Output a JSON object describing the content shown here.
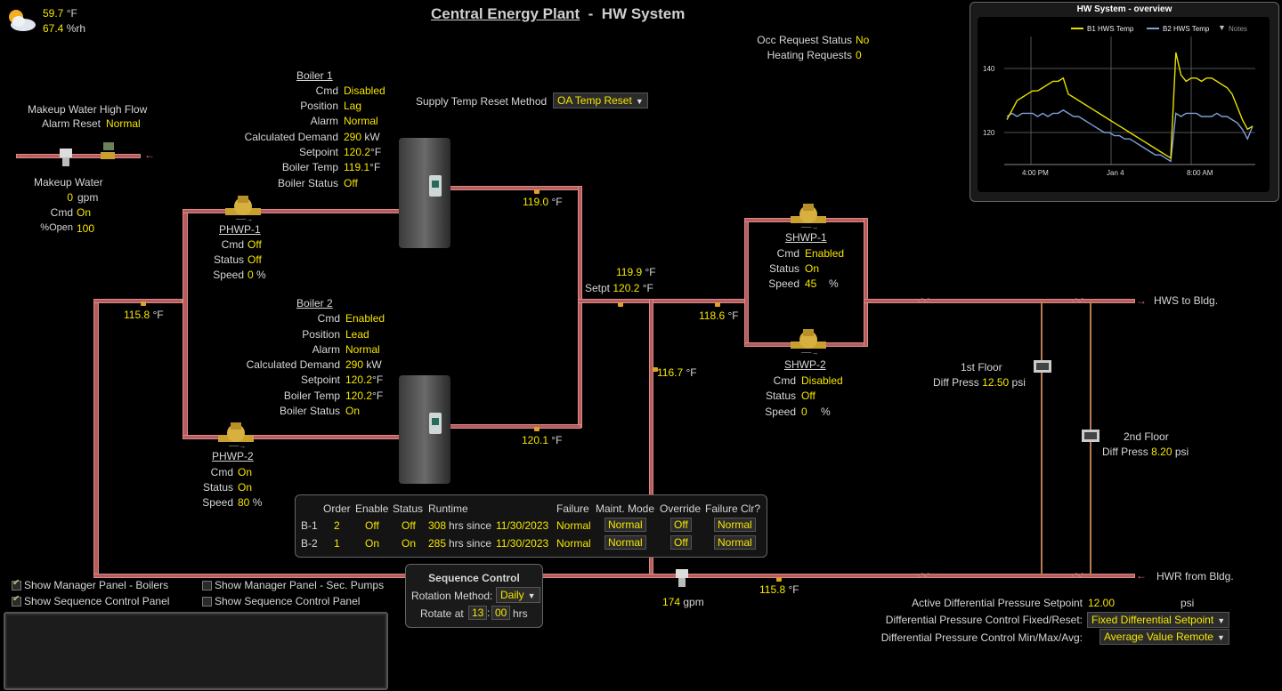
{
  "weather": {
    "temp": "59.7",
    "temp_unit": "°F",
    "rh": "67.4",
    "rh_unit": "%rh"
  },
  "header": {
    "title": "Central Energy Plant",
    "sep": "-",
    "subtitle": "HW System"
  },
  "occ": {
    "status_label": "Occ Request Status",
    "status": "No",
    "heat_label": "Heating Requests",
    "heat": "0"
  },
  "reset": {
    "label": "Supply Temp Reset Method",
    "value": "OA Temp Reset"
  },
  "makeup": {
    "alarm_line1": "Makeup Water High Flow",
    "alarm_label": "Alarm Reset",
    "alarm": "Normal",
    "name": "Makeup Water",
    "flow": "0",
    "flow_unit": "gpm",
    "cmd_label": "Cmd",
    "cmd": "On",
    "open_label": "%Open",
    "open": "100"
  },
  "boiler1": {
    "name": "Boiler 1",
    "cmd_label": "Cmd",
    "cmd": "Disabled",
    "pos_label": "Position",
    "pos": "Lag",
    "alarm_label": "Alarm",
    "alarm": "Normal",
    "demand_label": "Calculated Demand",
    "demand": "290",
    "demand_unit": "kW",
    "sp_label": "Setpoint",
    "sp": "120.2",
    "sp_unit": "°F",
    "temp_label": "Boiler Temp",
    "temp": "119.1",
    "temp_unit": "°F",
    "status_label": "Boiler Status",
    "status": "Off"
  },
  "boiler2": {
    "name": "Boiler 2",
    "cmd_label": "Cmd",
    "cmd": "Enabled",
    "pos_label": "Position",
    "pos": "Lead",
    "alarm_label": "Alarm",
    "alarm": "Normal",
    "demand_label": "Calculated Demand",
    "demand": "290",
    "demand_unit": "kW",
    "sp_label": "Setpoint",
    "sp": "120.2",
    "sp_unit": "°F",
    "temp_label": "Boiler Temp",
    "temp": "120.2",
    "temp_unit": "°F",
    "status_label": "Boiler Status",
    "status": "On"
  },
  "phwp1": {
    "name": "PHWP-1",
    "cmd_label": "Cmd",
    "cmd": "Off",
    "status_label": "Status",
    "status": "Off",
    "speed_label": "Speed",
    "speed": "0",
    "speed_unit": "%"
  },
  "phwp2": {
    "name": "PHWP-2",
    "cmd_label": "Cmd",
    "cmd": "On",
    "status_label": "Status",
    "status": "On",
    "speed_label": "Speed",
    "speed": "80",
    "speed_unit": "%"
  },
  "shwp1": {
    "name": "SHWP-1",
    "cmd_label": "Cmd",
    "cmd": "Enabled",
    "status_label": "Status",
    "status": "On",
    "speed_label": "Speed",
    "speed": "45",
    "speed_unit": "%"
  },
  "shwp2": {
    "name": "SHWP-2",
    "cmd_label": "Cmd",
    "cmd": "Disabled",
    "status_label": "Status",
    "status": "Off",
    "speed_label": "Speed",
    "speed": "0",
    "speed_unit": "%"
  },
  "temps": {
    "b1_out": "119.0",
    "b2_out": "120.1",
    "ret": "115.8",
    "unit": "°F",
    "sup": "119.9",
    "sup_sp_label": "Setpt",
    "sup_sp": "120.2",
    "sec": "118.6",
    "bypass": "116.7",
    "bldg_ret": "115.8"
  },
  "flow": {
    "value": "174",
    "unit": "gpm"
  },
  "bldg": {
    "hws": "HWS to Bldg.",
    "hwr": "HWR from Bldg."
  },
  "floor1": {
    "name": "1st Floor",
    "dp_label": "Diff Press",
    "dp": "12.50",
    "unit": "psi"
  },
  "floor2": {
    "name": "2nd Floor",
    "dp_label": "Diff Press",
    "dp": "8.20",
    "unit": "psi"
  },
  "seqtable": {
    "headers": [
      "Order",
      "Enable",
      "Status",
      "Runtime",
      "Failure",
      "Maint. Mode",
      "Override",
      "Failure Clr?"
    ],
    "rows": [
      {
        "name": "B-1",
        "order": "2",
        "enable": "Off",
        "status": "Off",
        "hrs": "308",
        "hrs_text": "hrs since",
        "date": "11/30/2023",
        "failure": "Normal",
        "maint": "Normal",
        "override": "Off",
        "clr": "Normal"
      },
      {
        "name": "B-2",
        "order": "1",
        "enable": "On",
        "status": "On",
        "hrs": "285",
        "hrs_text": "hrs since",
        "date": "11/30/2023",
        "failure": "Normal",
        "maint": "Normal",
        "override": "Off",
        "clr": "Normal"
      }
    ]
  },
  "seq": {
    "title": "Sequence Control",
    "method_label": "Rotation Method:",
    "method": "Daily",
    "rotate_label": "Rotate at",
    "hh": "13",
    "mm": "00",
    "colon": ":",
    "unit": "hrs"
  },
  "checks": [
    {
      "label": "Show Manager Panel - Boilers",
      "checked": true
    },
    {
      "label": "Show Manager Panel - Sec. Pumps",
      "checked": false
    },
    {
      "label": "Show Sequence Control Panel",
      "checked": true
    },
    {
      "label": "Show Sequence Control Panel",
      "checked": false
    }
  ],
  "dp": {
    "active_label": "Active Differential Pressure Setpoint",
    "active": "12.00",
    "active_unit": "psi",
    "mode_label": "Differential Pressure Control Fixed/Reset:",
    "mode": "Fixed Differential Setpoint",
    "agg_label": "Differential Pressure Control Min/Max/Avg:",
    "agg": "Average Value Remote"
  },
  "chart_data": {
    "type": "line",
    "title": "HW System - overview",
    "series": [
      {
        "name": "B1 HWS Temp",
        "color": "#e8e000"
      },
      {
        "name": "B2 HWS Temp",
        "color": "#7fa0d8"
      }
    ],
    "notes_label": "Notes",
    "x_ticks": [
      "4:00 PM",
      "Jan 4",
      "8:00 AM"
    ],
    "y_ticks": [
      "140",
      "120"
    ],
    "ylim": [
      110,
      150
    ],
    "b1": [
      124,
      127,
      130,
      131,
      132,
      133,
      133,
      134,
      135,
      136,
      136,
      137,
      132,
      131,
      130,
      129,
      128,
      127,
      126,
      125,
      124,
      123,
      122,
      121,
      120,
      119,
      118,
      117,
      116,
      115,
      114,
      113,
      112,
      145,
      138,
      136,
      137,
      137,
      136,
      137,
      137,
      136,
      135,
      134,
      132,
      128,
      124,
      121,
      122
    ],
    "b2": [
      125,
      126,
      125,
      126,
      126,
      126,
      125,
      126,
      125,
      126,
      126,
      127,
      126,
      125,
      125,
      124,
      123,
      122,
      121,
      120,
      120,
      119,
      119,
      118,
      118,
      117,
      116,
      115,
      114,
      113,
      113,
      112,
      111,
      126,
      125,
      126,
      126,
      126,
      125,
      125,
      125,
      126,
      125,
      125,
      124,
      123,
      121,
      118,
      122
    ]
  }
}
